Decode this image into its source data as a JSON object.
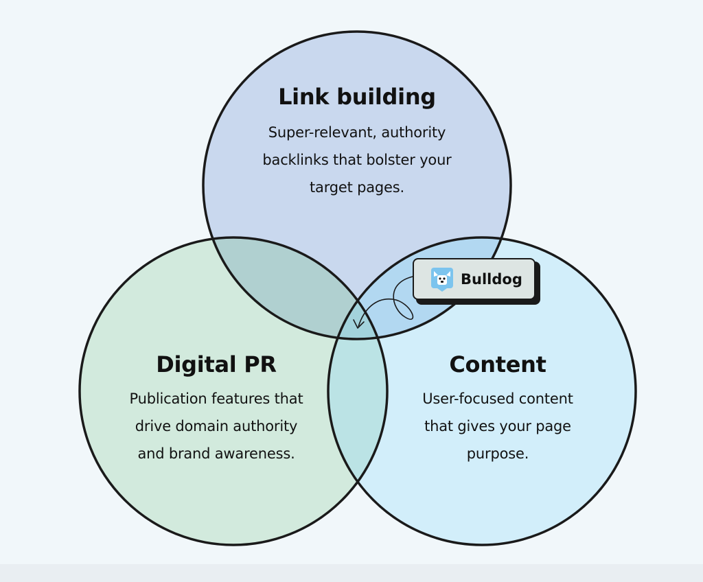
{
  "diagram": {
    "type": "venn",
    "circles": [
      {
        "title": "Link building",
        "description": "Super-relevant, authority\nbacklinks that bolster your\ntarget pages.",
        "color": "#c9d8ee"
      },
      {
        "title": "Digital PR",
        "description": "Publication features that\ndrive domain authority\nand brand awareness.",
        "color": "#d2eadd"
      },
      {
        "title": "Content",
        "description": "User-focused content\nthat gives your page\npurpose.",
        "color": "#d2eefa"
      }
    ],
    "overlap_colors": {
      "linkbuilding_digitalpr": "#b0d0d0",
      "linkbuilding_content": "#b2d8f1",
      "digitalpr_content": "#bbe3e5",
      "center": "#a3d3dc"
    },
    "stroke_color": "#1a1a1a",
    "badge": {
      "label": "Bulldog",
      "icon": "bulldog-logo-icon",
      "points_to": "center"
    }
  }
}
